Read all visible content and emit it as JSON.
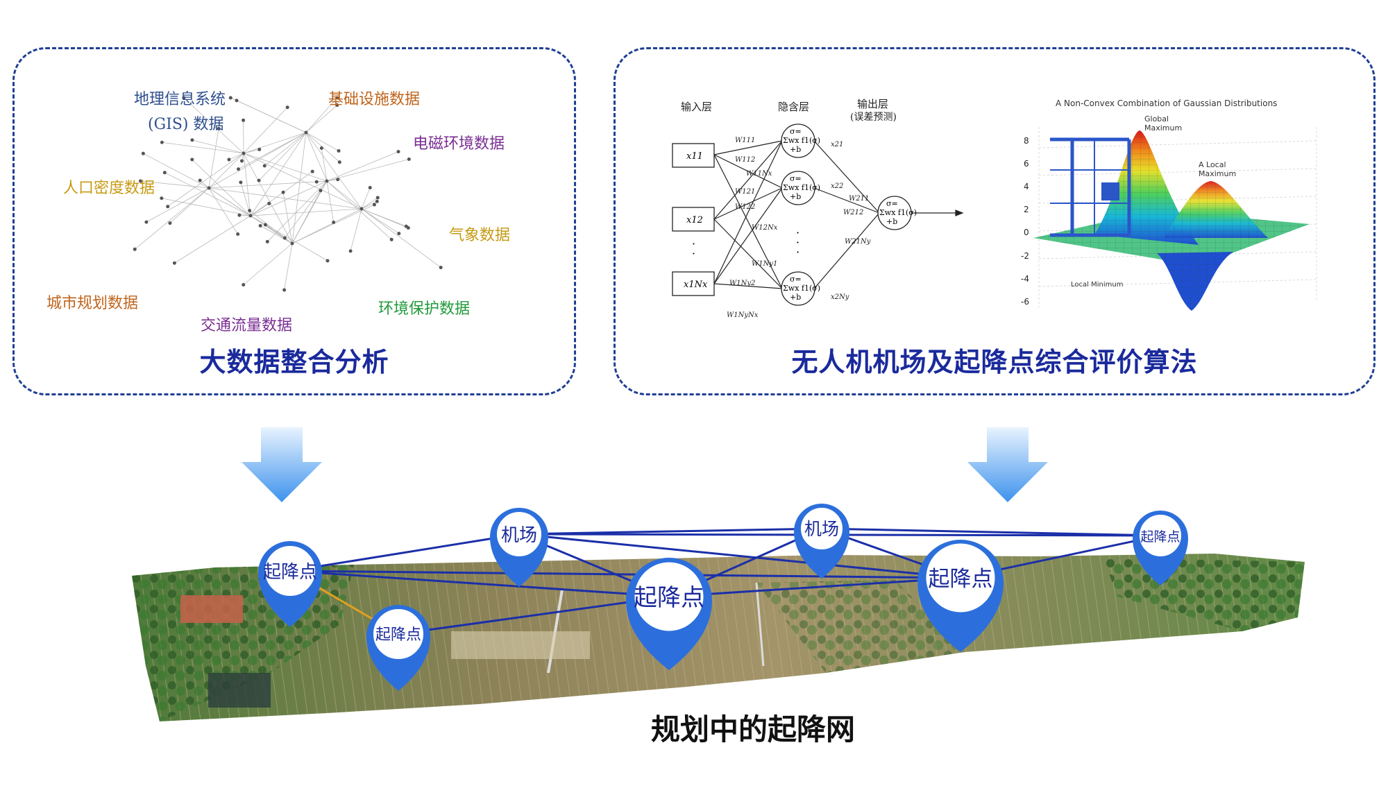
{
  "left_panel": {
    "title": "大数据整合分析",
    "categories": [
      {
        "text": "地理信息系统",
        "color": "#2f4f8f"
      },
      {
        "text": "(GIS) 数据",
        "color": "#2f4f8f"
      },
      {
        "text": "基础设施数据",
        "color": "#c0641b"
      },
      {
        "text": "电磁环境数据",
        "color": "#7a2d93"
      },
      {
        "text": "人口密度数据",
        "color": "#c79a12"
      },
      {
        "text": "气象数据",
        "color": "#c79a12"
      },
      {
        "text": "城市规划数据",
        "color": "#c0641b"
      },
      {
        "text": "交通流量数据",
        "color": "#7a2d93"
      },
      {
        "text": "环境保护数据",
        "color": "#1f9a3a"
      }
    ]
  },
  "right_panel": {
    "title": "无人机机场及起降点综合评价算法",
    "nn": {
      "layer_input": "输入层",
      "layer_hidden": "隐含层",
      "layer_output": "输出层",
      "layer_output_sub": "(误差预测)",
      "inputs": [
        "x11",
        "x12",
        "x1Nx"
      ],
      "neuron_formula": [
        "σ=",
        "Σwx f1(σ)",
        "+b"
      ],
      "weights": [
        "W111",
        "W112",
        "W11Nx",
        "W121",
        "W122",
        "W12Nx",
        "W1Ny1",
        "W1Ny2",
        "W1NyNx",
        "W211",
        "W212",
        "W21Ny"
      ],
      "hidden_out": [
        "x21",
        "x22",
        "x2Ny"
      ],
      "dots": "·"
    },
    "surface": {
      "title": "A Non-Convex Combination of Gaussian Distributions",
      "global_max": [
        "Global",
        "Maximum"
      ],
      "local_max": [
        "A Local",
        "Maximum"
      ],
      "local_min": [
        "Local Minimum"
      ],
      "z_ticks": [
        "8",
        "6",
        "4",
        "2",
        "0",
        "-2",
        "-4",
        "-6"
      ]
    }
  },
  "bottom": {
    "caption": "规划中的起降网",
    "markers": [
      {
        "label": "起降点",
        "kind": "pad"
      },
      {
        "label": "机场",
        "kind": "airport"
      },
      {
        "label": "起降点",
        "kind": "pad"
      },
      {
        "label": "机场",
        "kind": "airport"
      },
      {
        "label": "起降点",
        "kind": "pad"
      },
      {
        "label": "起降点",
        "kind": "pad"
      },
      {
        "label": "起降点",
        "kind": "pad"
      }
    ]
  },
  "colors": {
    "accent": "#1a2a9c",
    "border": "#1f3f95",
    "arrow": "#5aa8f0"
  }
}
